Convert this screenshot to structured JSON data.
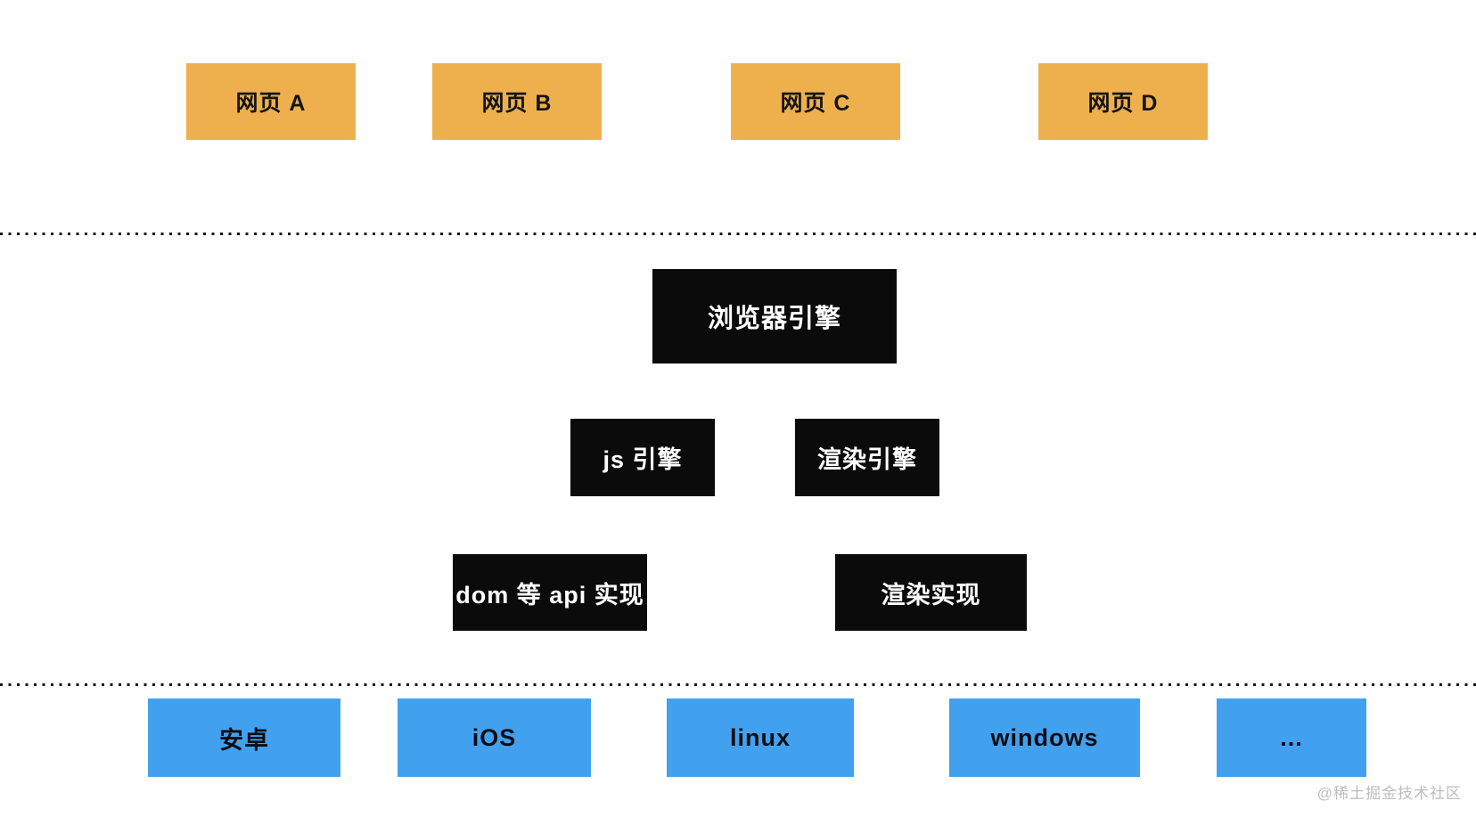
{
  "colors": {
    "orange": "#eeb04d",
    "black": "#0b0b0b",
    "blue": "#42a1ee",
    "watermark-gray": "#bdbdbd"
  },
  "layers": {
    "web_pages": {
      "items": [
        {
          "label": "网页 A"
        },
        {
          "label": "网页 B"
        },
        {
          "label": "网页 C"
        },
        {
          "label": "网页 D"
        }
      ]
    },
    "engines": {
      "browser_engine": "浏览器引擎",
      "js_engine": "js 引擎",
      "render_engine": "渲染引擎",
      "dom_api_impl": "dom 等 api 实现",
      "render_impl": "渲染实现"
    },
    "platforms": {
      "items": [
        {
          "label": "安卓"
        },
        {
          "label": "iOS"
        },
        {
          "label": "linux"
        },
        {
          "label": "windows"
        },
        {
          "label": "..."
        }
      ]
    }
  },
  "watermark": "@稀土掘金技术社区"
}
